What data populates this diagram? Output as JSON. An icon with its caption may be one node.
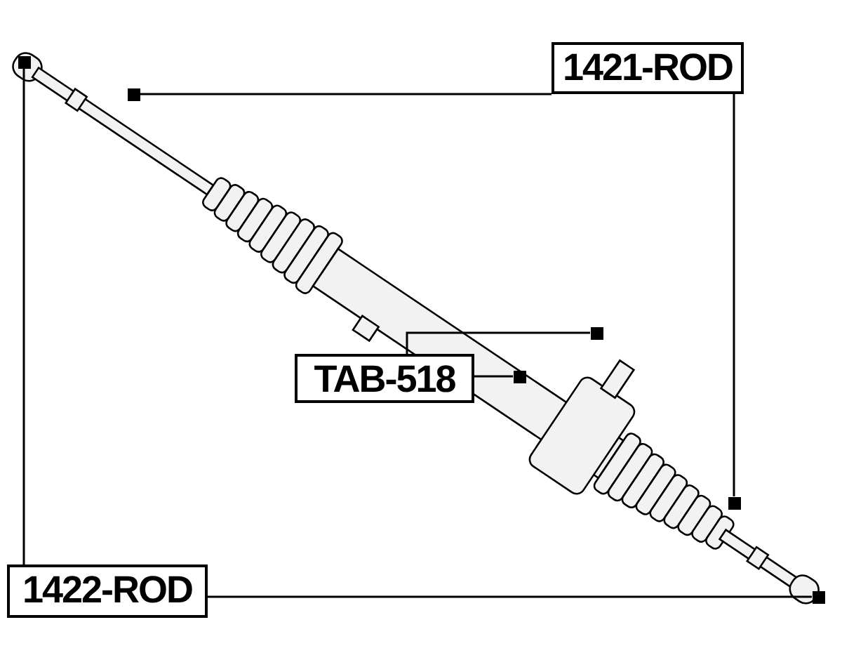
{
  "diagram": {
    "nodes": [
      {
        "text": [
          "1421-ROD"
        ]
      },
      {
        "text": [
          "TAB-518"
        ]
      },
      {
        "text": [
          "1422-ROD"
        ]
      },
      {
        "text": [],
        "shape": "box"
      },
      {
        "text": [],
        "shape": "box"
      },
      {
        "text": [],
        "shape": "box"
      },
      {
        "text": [],
        "shape": "box"
      },
      {
        "text": [],
        "shape": "box"
      },
      {
        "text": [],
        "shape": "box"
      }
    ],
    "edges": [
      {
        "from": 0,
        "to": 3,
        "arrow": "none"
      },
      {
        "from": 0,
        "to": 4,
        "arrow": "none"
      },
      {
        "from": 1,
        "to": 8,
        "arrow": "none"
      },
      {
        "from": 1,
        "to": 7,
        "arrow": "none"
      },
      {
        "from": 2,
        "to": 5,
        "arrow": "none"
      },
      {
        "from": 2,
        "to": 6,
        "arrow": "none"
      }
    ]
  }
}
